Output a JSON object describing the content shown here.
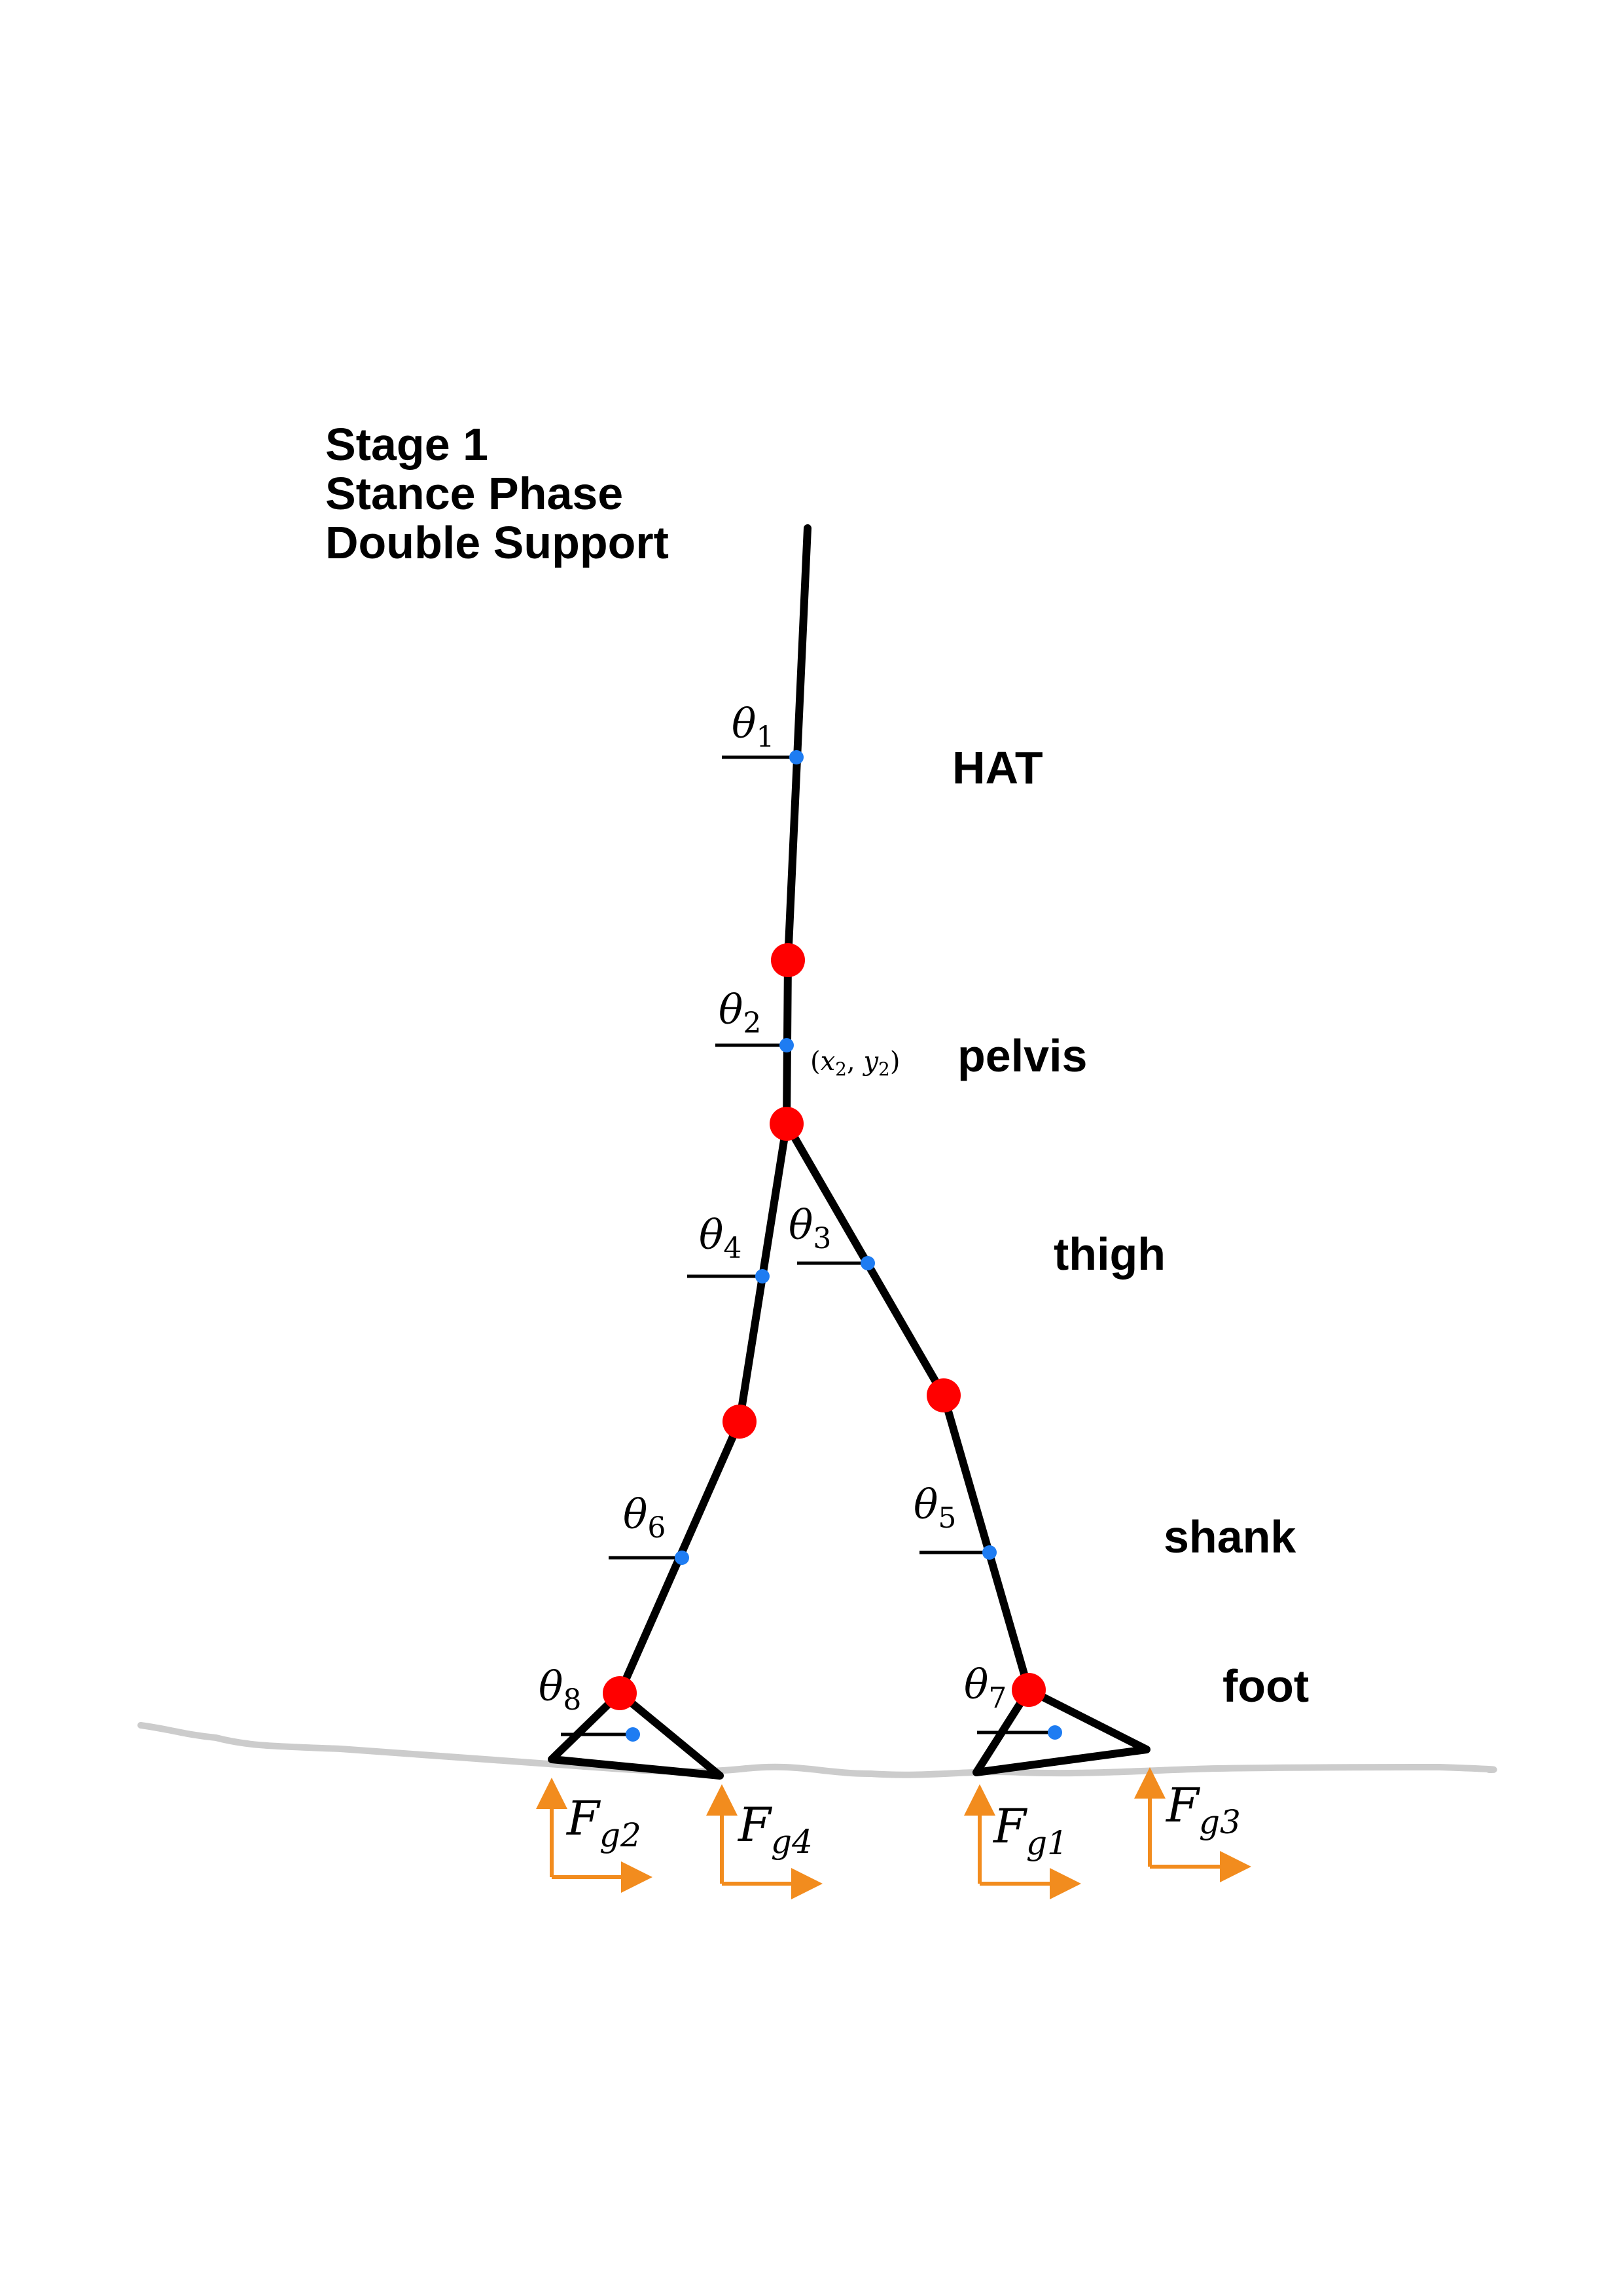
{
  "title": [
    "Stage 1",
    "Stance Phase",
    "Double Support"
  ],
  "segment_labels": {
    "hat": "HAT",
    "pelvis": "pelvis",
    "thigh": "thigh",
    "shank": "shank",
    "foot": "foot"
  },
  "angle_labels": {
    "theta1": {
      "sym": "θ",
      "sub": "1"
    },
    "theta2": {
      "sym": "θ",
      "sub": "2"
    },
    "theta3": {
      "sym": "θ",
      "sub": "3"
    },
    "theta4": {
      "sym": "θ",
      "sub": "4"
    },
    "theta5": {
      "sym": "θ",
      "sub": "5"
    },
    "theta6": {
      "sym": "θ",
      "sub": "6"
    },
    "theta7": {
      "sym": "θ",
      "sub": "7"
    },
    "theta8": {
      "sym": "θ",
      "sub": "8"
    }
  },
  "pelvis_coordinate": {
    "open": "(",
    "x": "x",
    "xsub": "2",
    "sep": ", ",
    "y": "y",
    "ysub": "2",
    "close": ")"
  },
  "force_labels": {
    "fg1": {
      "sym": "F",
      "sub": "g1"
    },
    "fg2": {
      "sym": "F",
      "sub": "g2"
    },
    "fg3": {
      "sym": "F",
      "sub": "g3"
    },
    "fg4": {
      "sym": "F",
      "sub": "g4"
    }
  },
  "colors": {
    "segment": "#000000",
    "joint": "#ff0000",
    "com": "#1e7cf2",
    "force": "#f28c1e",
    "ground": "#cccccc"
  }
}
